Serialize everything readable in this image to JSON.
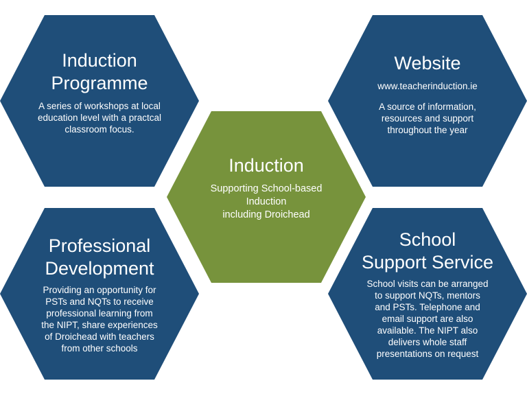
{
  "colors": {
    "blue": "#1f4e79",
    "green": "#77933c"
  },
  "hexagons": {
    "induction_programme": {
      "title": [
        "Induction",
        "Programme"
      ],
      "body": [
        "A series of workshops at local",
        "education level with a practcal",
        "classroom focus."
      ]
    },
    "website": {
      "title": [
        "Website"
      ],
      "url": "www.teacherinduction.ie",
      "body": [
        "A source of information,",
        "resources and support",
        "throughout the year"
      ]
    },
    "induction": {
      "title": [
        "Induction"
      ],
      "body": [
        "Supporting School-based",
        "Induction",
        "including Droichead"
      ]
    },
    "professional_development": {
      "title": [
        "Professional",
        "Development"
      ],
      "body": [
        "Providing an opportunity for",
        "PSTs and NQTs to receive",
        "professional learning from",
        "the NIPT, share experiences",
        "of Droichead with teachers",
        "from other schools"
      ]
    },
    "school_support_service": {
      "title": [
        "School",
        "Support Service"
      ],
      "body": [
        "School visits can be arranged",
        "to support NQTs, mentors",
        "and PSTs. Telephone and",
        "email support are also",
        "available. The NIPT also",
        "delivers whole staff",
        "presentations on request"
      ]
    }
  }
}
